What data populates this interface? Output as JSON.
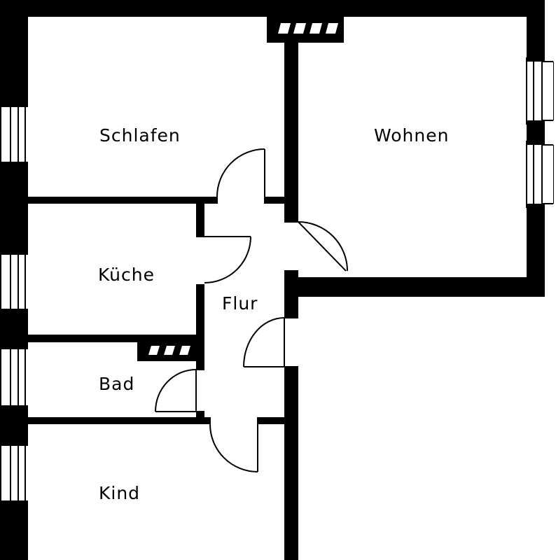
{
  "colors": {
    "wall": "#000000",
    "background": "#ffffff"
  },
  "rooms": {
    "schlafen": "Schlafen",
    "wohnen": "Wohnen",
    "kueche": "Küche",
    "flur": "Flur",
    "bad": "Bad",
    "kind": "Kind"
  }
}
